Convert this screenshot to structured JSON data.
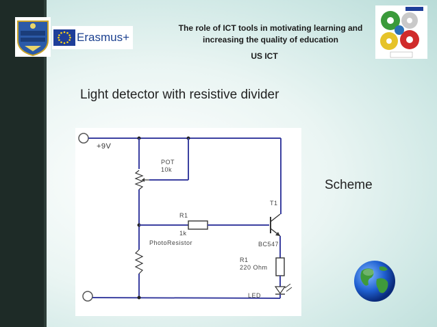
{
  "header": {
    "line1": "The role of ICT tools in motivating learning and",
    "line2": "increasing the quality of education",
    "line3": "US ICT"
  },
  "logos": {
    "erasmus": "Erasmus+",
    "erasmus_icon": "eu-flag-icon",
    "dacia_icon": "dacia-pitesti-crest-icon",
    "usict_icon": "us-ict-gears-icon"
  },
  "slide": {
    "title": "Light detector with resistive divider",
    "side_label": "Scheme"
  },
  "circuit": {
    "supply": "+9V",
    "pot_label": "POT",
    "pot_value": "10k",
    "transistor_label": "T1",
    "r1_label": "R1",
    "r1_value": "1k",
    "photo_label": "PhotoResistor",
    "transistor_model": "BC547",
    "r2_label": "R1",
    "r2_value": "220 Ohm",
    "led_label": "LED"
  },
  "colors": {
    "wire": "#3a3fa0",
    "sidebar": "#1e2b27",
    "background": "#e6f3f1"
  },
  "decor": {
    "globe_icon": "globe-icon"
  }
}
